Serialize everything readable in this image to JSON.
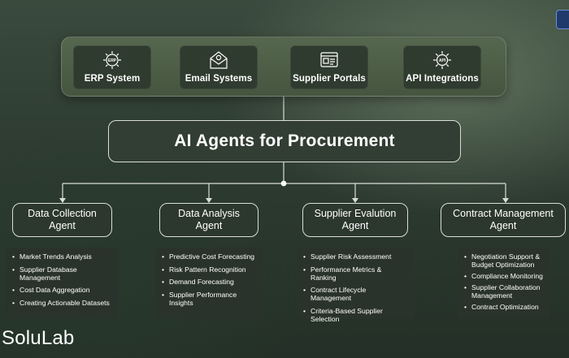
{
  "sources": [
    {
      "label": "ERP System",
      "icon": "erp-gear-icon"
    },
    {
      "label": "Email Systems",
      "icon": "email-envelope-icon"
    },
    {
      "label": "Supplier Portals",
      "icon": "supplier-portal-icon"
    },
    {
      "label": "API Integrations",
      "icon": "api-gear-icon"
    }
  ],
  "title": "AI Agents for Procurement",
  "agents": [
    {
      "name": "Data Collection\nAgent",
      "tasks": [
        "Market Trends Analysis",
        "Supplier Database Management",
        "Cost Data Aggregation",
        "Creating Actionable Datasets"
      ]
    },
    {
      "name": "Data Analysis\nAgent",
      "tasks": [
        "Predictive Cost Forecasting",
        "Risk Pattern Recognition",
        "Demand Forecasting",
        "Supplier Performance Insights"
      ]
    },
    {
      "name": "Supplier Evalution\nAgent",
      "tasks": [
        "Supplier Risk Assessment",
        "Performance Metrics & Ranking",
        "Contract Lifecycle Management",
        "Criteria-Based Supplier Selection"
      ]
    },
    {
      "name": "Contract Management\nAgent",
      "tasks": [
        "Negotiation Support &\nBudget Optimization",
        "Compliance Monitoring",
        "Supplier Collaboration\nManagement",
        "Contract Optimization"
      ]
    }
  ],
  "brand": "SoluLab",
  "colors": {
    "line": "#d9ded6",
    "box_bg": "#2c372d",
    "panel_bg": "#4e5f48"
  }
}
